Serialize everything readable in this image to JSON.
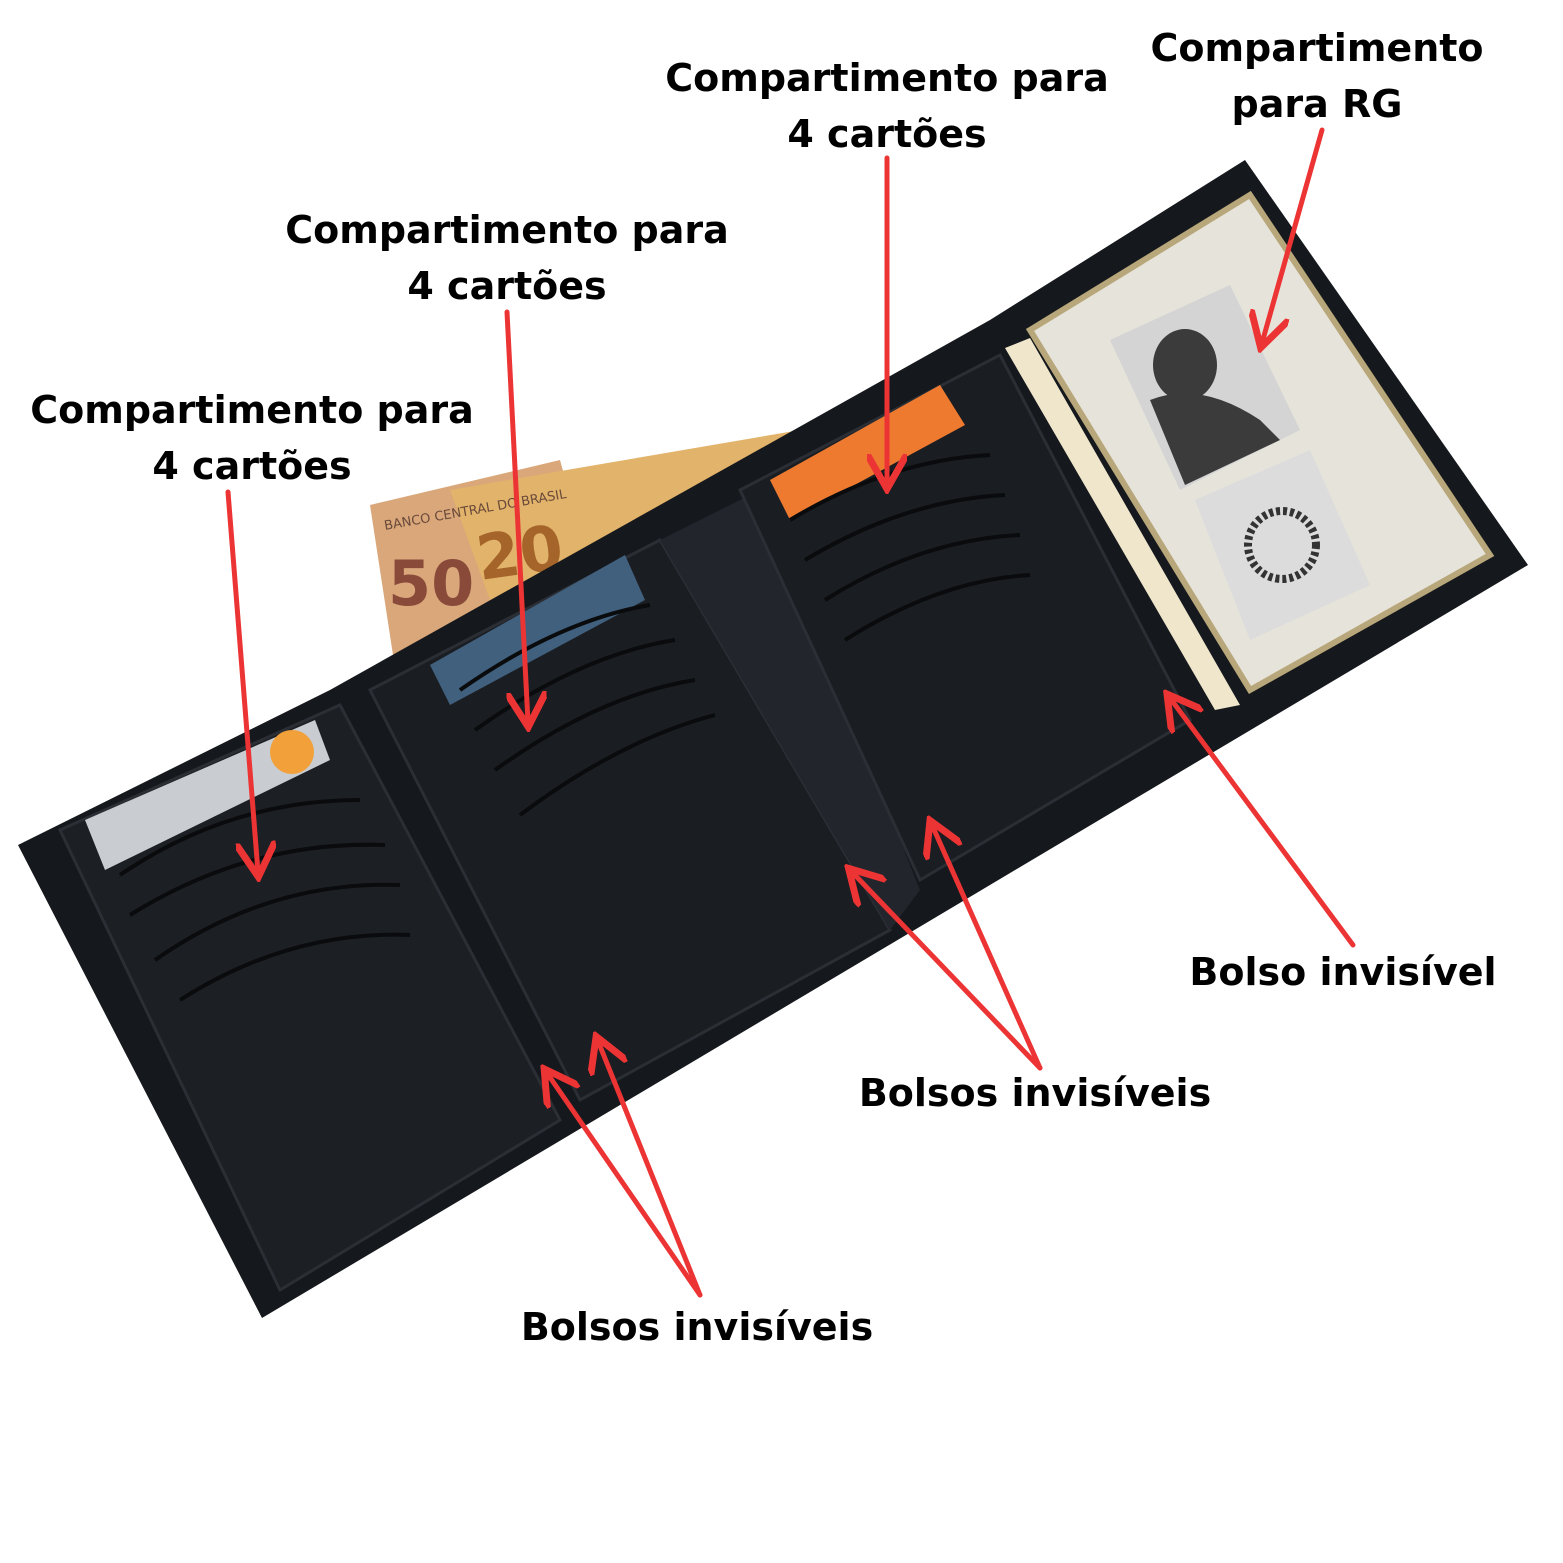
{
  "colors": {
    "arrow": "#ec3434",
    "leather": "#15181c",
    "background": "#ffffff"
  },
  "annotations": {
    "cards_left": {
      "line1": "Compartimento para",
      "line2": "4 cartões"
    },
    "cards_middle": {
      "line1": "Compartimento para",
      "line2": "4 cartões"
    },
    "cards_right": {
      "line1": "Compartimento para",
      "line2": "4 cartões"
    },
    "rg": {
      "line1": "Compartimento",
      "line2": "para RG"
    },
    "hidden_pocket": "Bolso invisível",
    "hidden_pockets_right": "Bolsos invisíveis",
    "hidden_pockets_left": "Bolsos invisíveis"
  },
  "banknotes": {
    "bank": "BANCO CENTRAL DO BRASIL",
    "value_a": "50",
    "value_b": "20"
  }
}
